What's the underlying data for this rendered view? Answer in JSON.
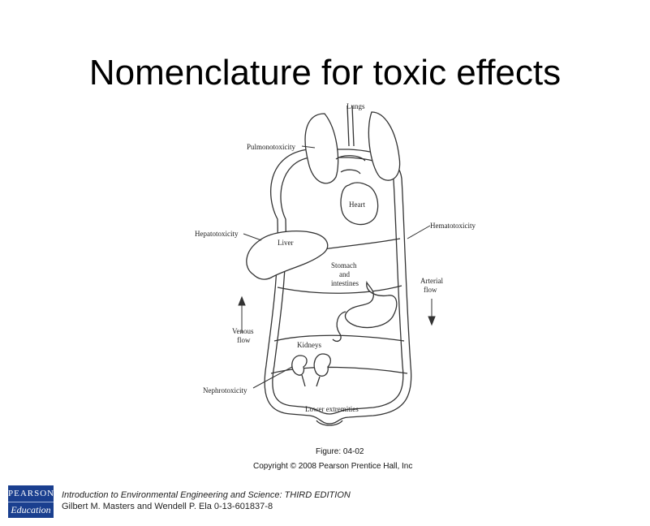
{
  "slide": {
    "title": "Nomenclature for toxic effects"
  },
  "diagram": {
    "labels": {
      "lungs": "Lungs",
      "pulmonotoxicity": "Pulmonotoxicity",
      "heart": "Heart",
      "hematotoxicity": "Hematotoxicity",
      "hepatotoxicity": "Hepatotoxicity",
      "liver": "Liver",
      "stomach_1": "Stomach",
      "stomach_2": "and",
      "stomach_3": "intestines",
      "arterial_1": "Arterial",
      "arterial_2": "flow",
      "venous_1": "Venous",
      "venous_2": "flow",
      "kidneys": "Kidneys",
      "nephrotoxicity": "Nephrotoxicity",
      "lower_extremities": "Lower extremities"
    }
  },
  "captions": {
    "figure": "Figure: 04-02",
    "copyright": "Copyright © 2008 Pearson Prentice Hall, Inc"
  },
  "logo": {
    "line1": "PEARSON",
    "line2": "Education",
    "color": "#1a3f8f"
  },
  "footer": {
    "line1": "Introduction to Environmental Engineering and Science: THIRD EDITION",
    "line2": "Gilbert M. Masters and Wendell P. Ela 0-13-601837-8"
  }
}
